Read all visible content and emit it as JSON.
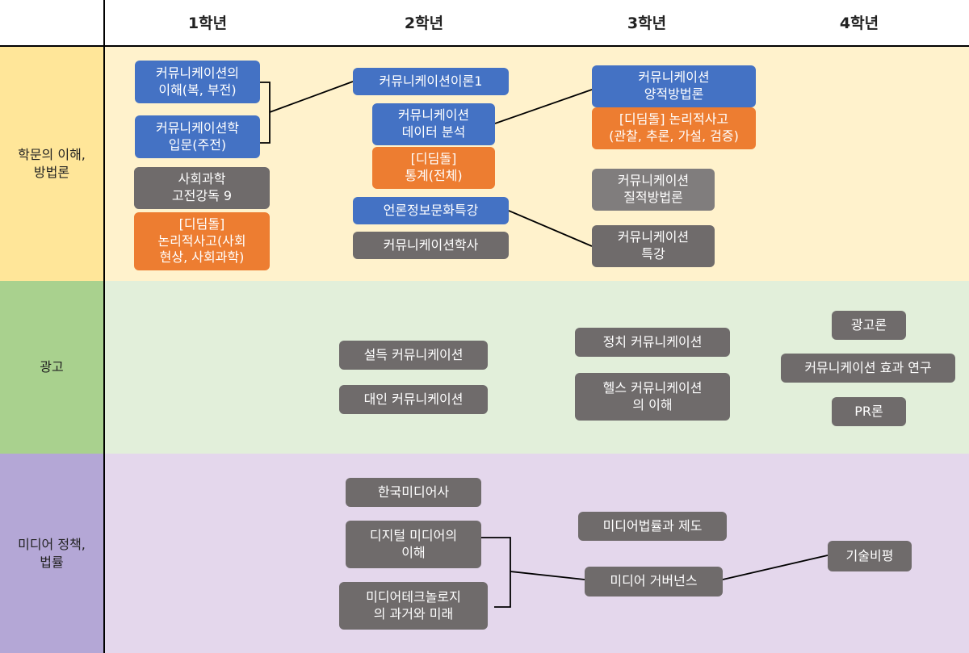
{
  "columns": [
    "1학년",
    "2학년",
    "3학년",
    "4학년"
  ],
  "rows": [
    {
      "label": "학문의 이해,\n방법론",
      "color": "#ffe699"
    },
    {
      "label": "광고",
      "color": "#a9d18e"
    },
    {
      "label": "미디어 정책,\n법률",
      "color": "#b4a7d6"
    }
  ],
  "band_colors": {
    "row1": "#fff2cc",
    "row2": "#e2efda",
    "row3": "#e4d7ec"
  },
  "colors": {
    "blue": "#4472c4",
    "orange": "#ed7d31",
    "gray": "#6f6b6b"
  },
  "courses": {
    "c1": "커뮤니케이션의\n이해(복, 부전)",
    "c2": "커뮤니케이션학\n입문(주전)",
    "c3": "사회과학\n고전강독 9",
    "c4": "[디딤돌]\n논리적사고(사회\n현상, 사회과학)",
    "c5": "커뮤니케이션이론1",
    "c6": "커뮤니케이션\n데이터 분석",
    "c7": "[디딤돌]\n통계(전체)",
    "c8": "언론정보문화특강",
    "c9": "커뮤니케이션학사",
    "c10": "커뮤니케이션\n양적방법론",
    "c11": "[디딤돌] 논리적사고\n(관찰, 추론, 가설, 검증)",
    "c12": "커뮤니케이션\n질적방법론",
    "c13": "커뮤니케이션\n특강",
    "a1": "설득 커뮤니케이션",
    "a2": "대인 커뮤니케이션",
    "a3": "정치 커뮤니케이션",
    "a4": "헬스 커뮤니케이션\n의 이해",
    "a5": "광고론",
    "a6": "커뮤니케이션 효과 연구",
    "a7": "PR론",
    "m1": "한국미디어사",
    "m2": "디지털 미디어의\n이해",
    "m3": "미디어테크놀로지\n의 과거와 미래",
    "m4": "미디어법률과 제도",
    "m5": "미디어 거버넌스",
    "m6": "기술비평"
  },
  "connections": [
    [
      "c1+c2",
      "c5"
    ],
    [
      "c6",
      "c10"
    ],
    [
      "c8",
      "c13"
    ],
    [
      "m2+m3",
      "m5"
    ],
    [
      "m5",
      "m6"
    ]
  ]
}
